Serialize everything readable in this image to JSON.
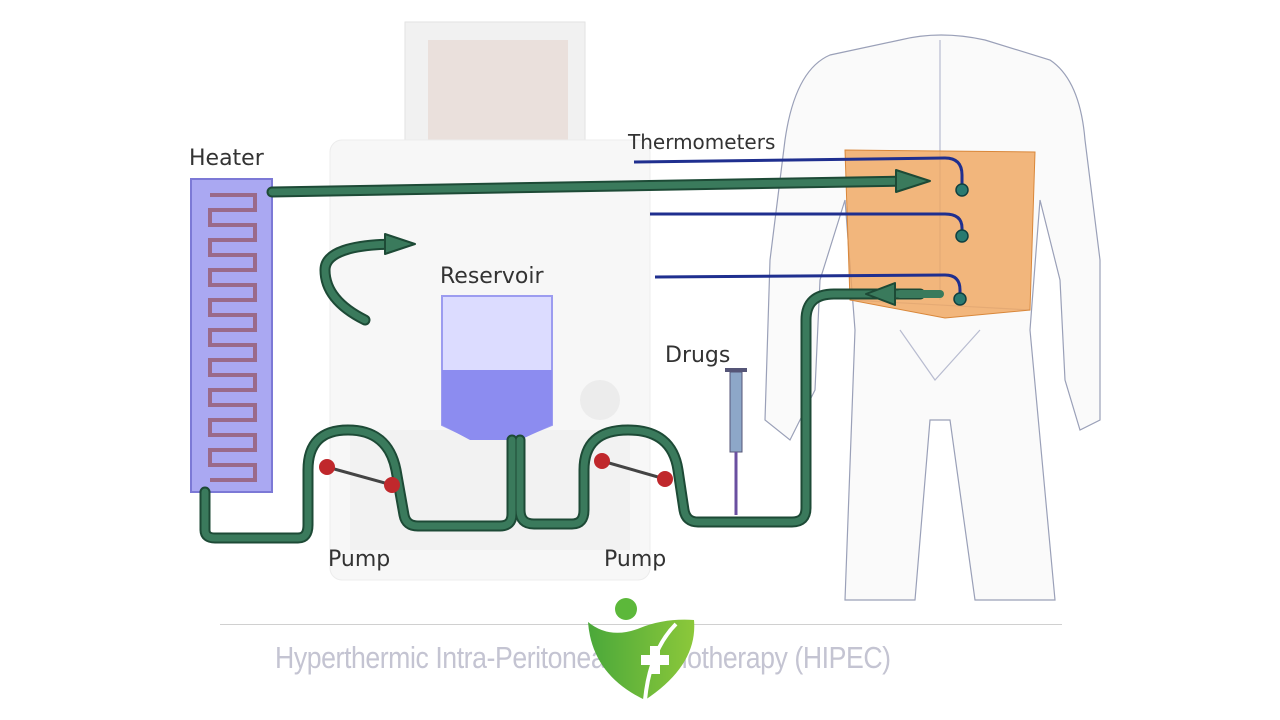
{
  "labels": {
    "heater": "Heater",
    "thermometers": "Thermometers",
    "reservoir": "Reservoir",
    "drugs": "Drugs",
    "pump_left": "Pump",
    "pump_right": "Pump"
  },
  "title": "Hyperthermic Intra-Peritoneal Chemotherapy (HIPEC)",
  "colors": {
    "tube": "#2f6a50",
    "heater": "#aaa8f2",
    "reservoir": "#9c9cf0",
    "thermometer": "#1f2f8f",
    "abdomen": "#f0a55c",
    "logo": "#5cb83a"
  }
}
